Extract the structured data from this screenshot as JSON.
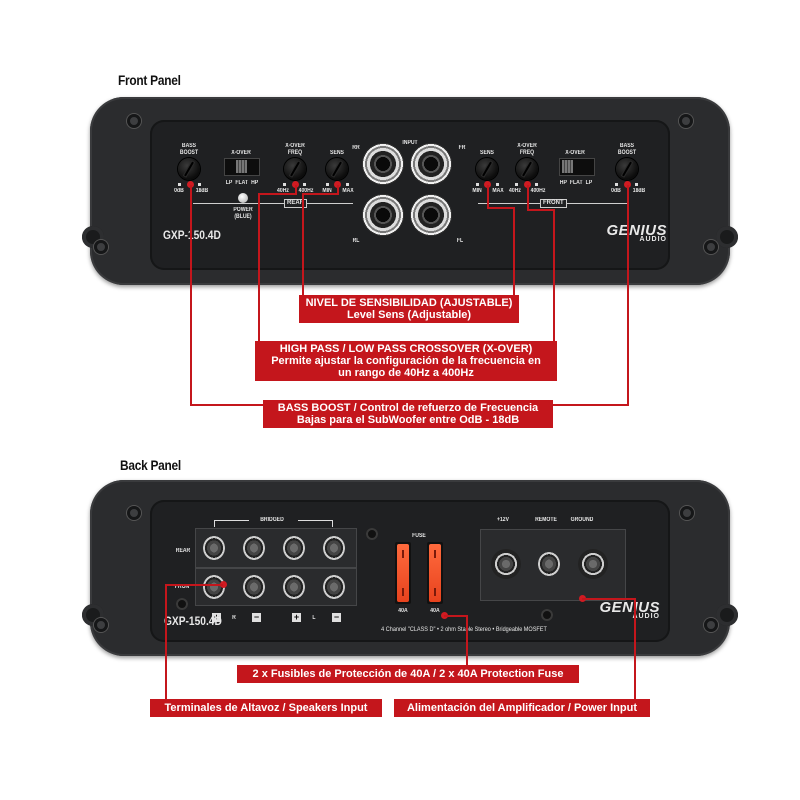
{
  "front_panel": {
    "title": "Front Panel",
    "model": "GXP-150.4D",
    "brand": {
      "line1": "GENIUS",
      "line2": "AUDIO"
    },
    "rear_group": {
      "label": "REAR",
      "bass_boost": {
        "label1": "BASS",
        "label2": "BOOST",
        "min": "0dB",
        "max": "18dB"
      },
      "xover": {
        "label": "X-OVER",
        "positions": [
          "LP",
          "FLAT",
          "HP"
        ]
      },
      "xover_freq": {
        "label1": "X-OVER",
        "label2": "FREQ",
        "min": "40Hz",
        "max": "400Hz"
      },
      "sens": {
        "label": "SENS",
        "min": "MIN",
        "max": "MAX"
      }
    },
    "power_led": {
      "label1": "POWER",
      "label2": "(BLUE)"
    },
    "input": {
      "label": "INPUT",
      "channels": [
        "RR",
        "FR",
        "RL",
        "FL"
      ]
    },
    "front_group": {
      "label": "FRONT",
      "sens": {
        "label": "SENS",
        "min": "MIN",
        "max": "MAX"
      },
      "xover_freq": {
        "label1": "X-OVER",
        "label2": "FREQ",
        "min": "40Hz",
        "max": "400Hz"
      },
      "xover": {
        "label": "X-OVER",
        "positions": [
          "HP",
          "FLAT",
          "LP"
        ]
      },
      "bass_boost": {
        "label1": "BASS",
        "label2": "BOOST",
        "min": "0dB",
        "max": "18dB"
      }
    },
    "callouts": [
      {
        "line1": "NIVEL DE SENSIBILIDAD (AJUSTABLE)",
        "line2": "Level Sens (Adjustable)"
      },
      {
        "line1": "HIGH PASS / LOW PASS CROSSOVER (X-OVER)",
        "line2": "Permite ajustar la configuración de la frecuencia en",
        "line3": "un rango de 40Hz a 400Hz"
      },
      {
        "line1": "BASS BOOST / Control de refuerzo de Frecuencia",
        "line2": "Bajas para el SubWoofer entre OdB - 18dB"
      }
    ]
  },
  "back_panel": {
    "title": "Back Panel",
    "model": "GXP-150.4D",
    "brand": {
      "line1": "GENIUS",
      "line2": "AUDIO"
    },
    "bridged_label": "BRIDGED",
    "rows": [
      "REAR",
      "FRON"
    ],
    "polarity": {
      "plus": "+",
      "minus": "−",
      "right": "R",
      "left": "L"
    },
    "fuse": {
      "label": "FUSE",
      "ratings": [
        "40A",
        "40A"
      ]
    },
    "power": {
      "labels": [
        "+12V",
        "REMOTE",
        "GROUND"
      ]
    },
    "spec_line": "4 Channel \"CLASS D\" • 2 ohm Stable Stereo • Bridgeable MOSFET",
    "callouts": {
      "fuse": "2 x Fusibles de Protección de 40A / 2 x 40A Protection Fuse",
      "speakers": "Terminales de Altavoz / Speakers Input",
      "power": "Alimentación del Amplificador / Power Input"
    }
  },
  "colors": {
    "accent_red": "#c4161c",
    "chassis": "#2b2c2e",
    "panel": "#1f2022"
  }
}
